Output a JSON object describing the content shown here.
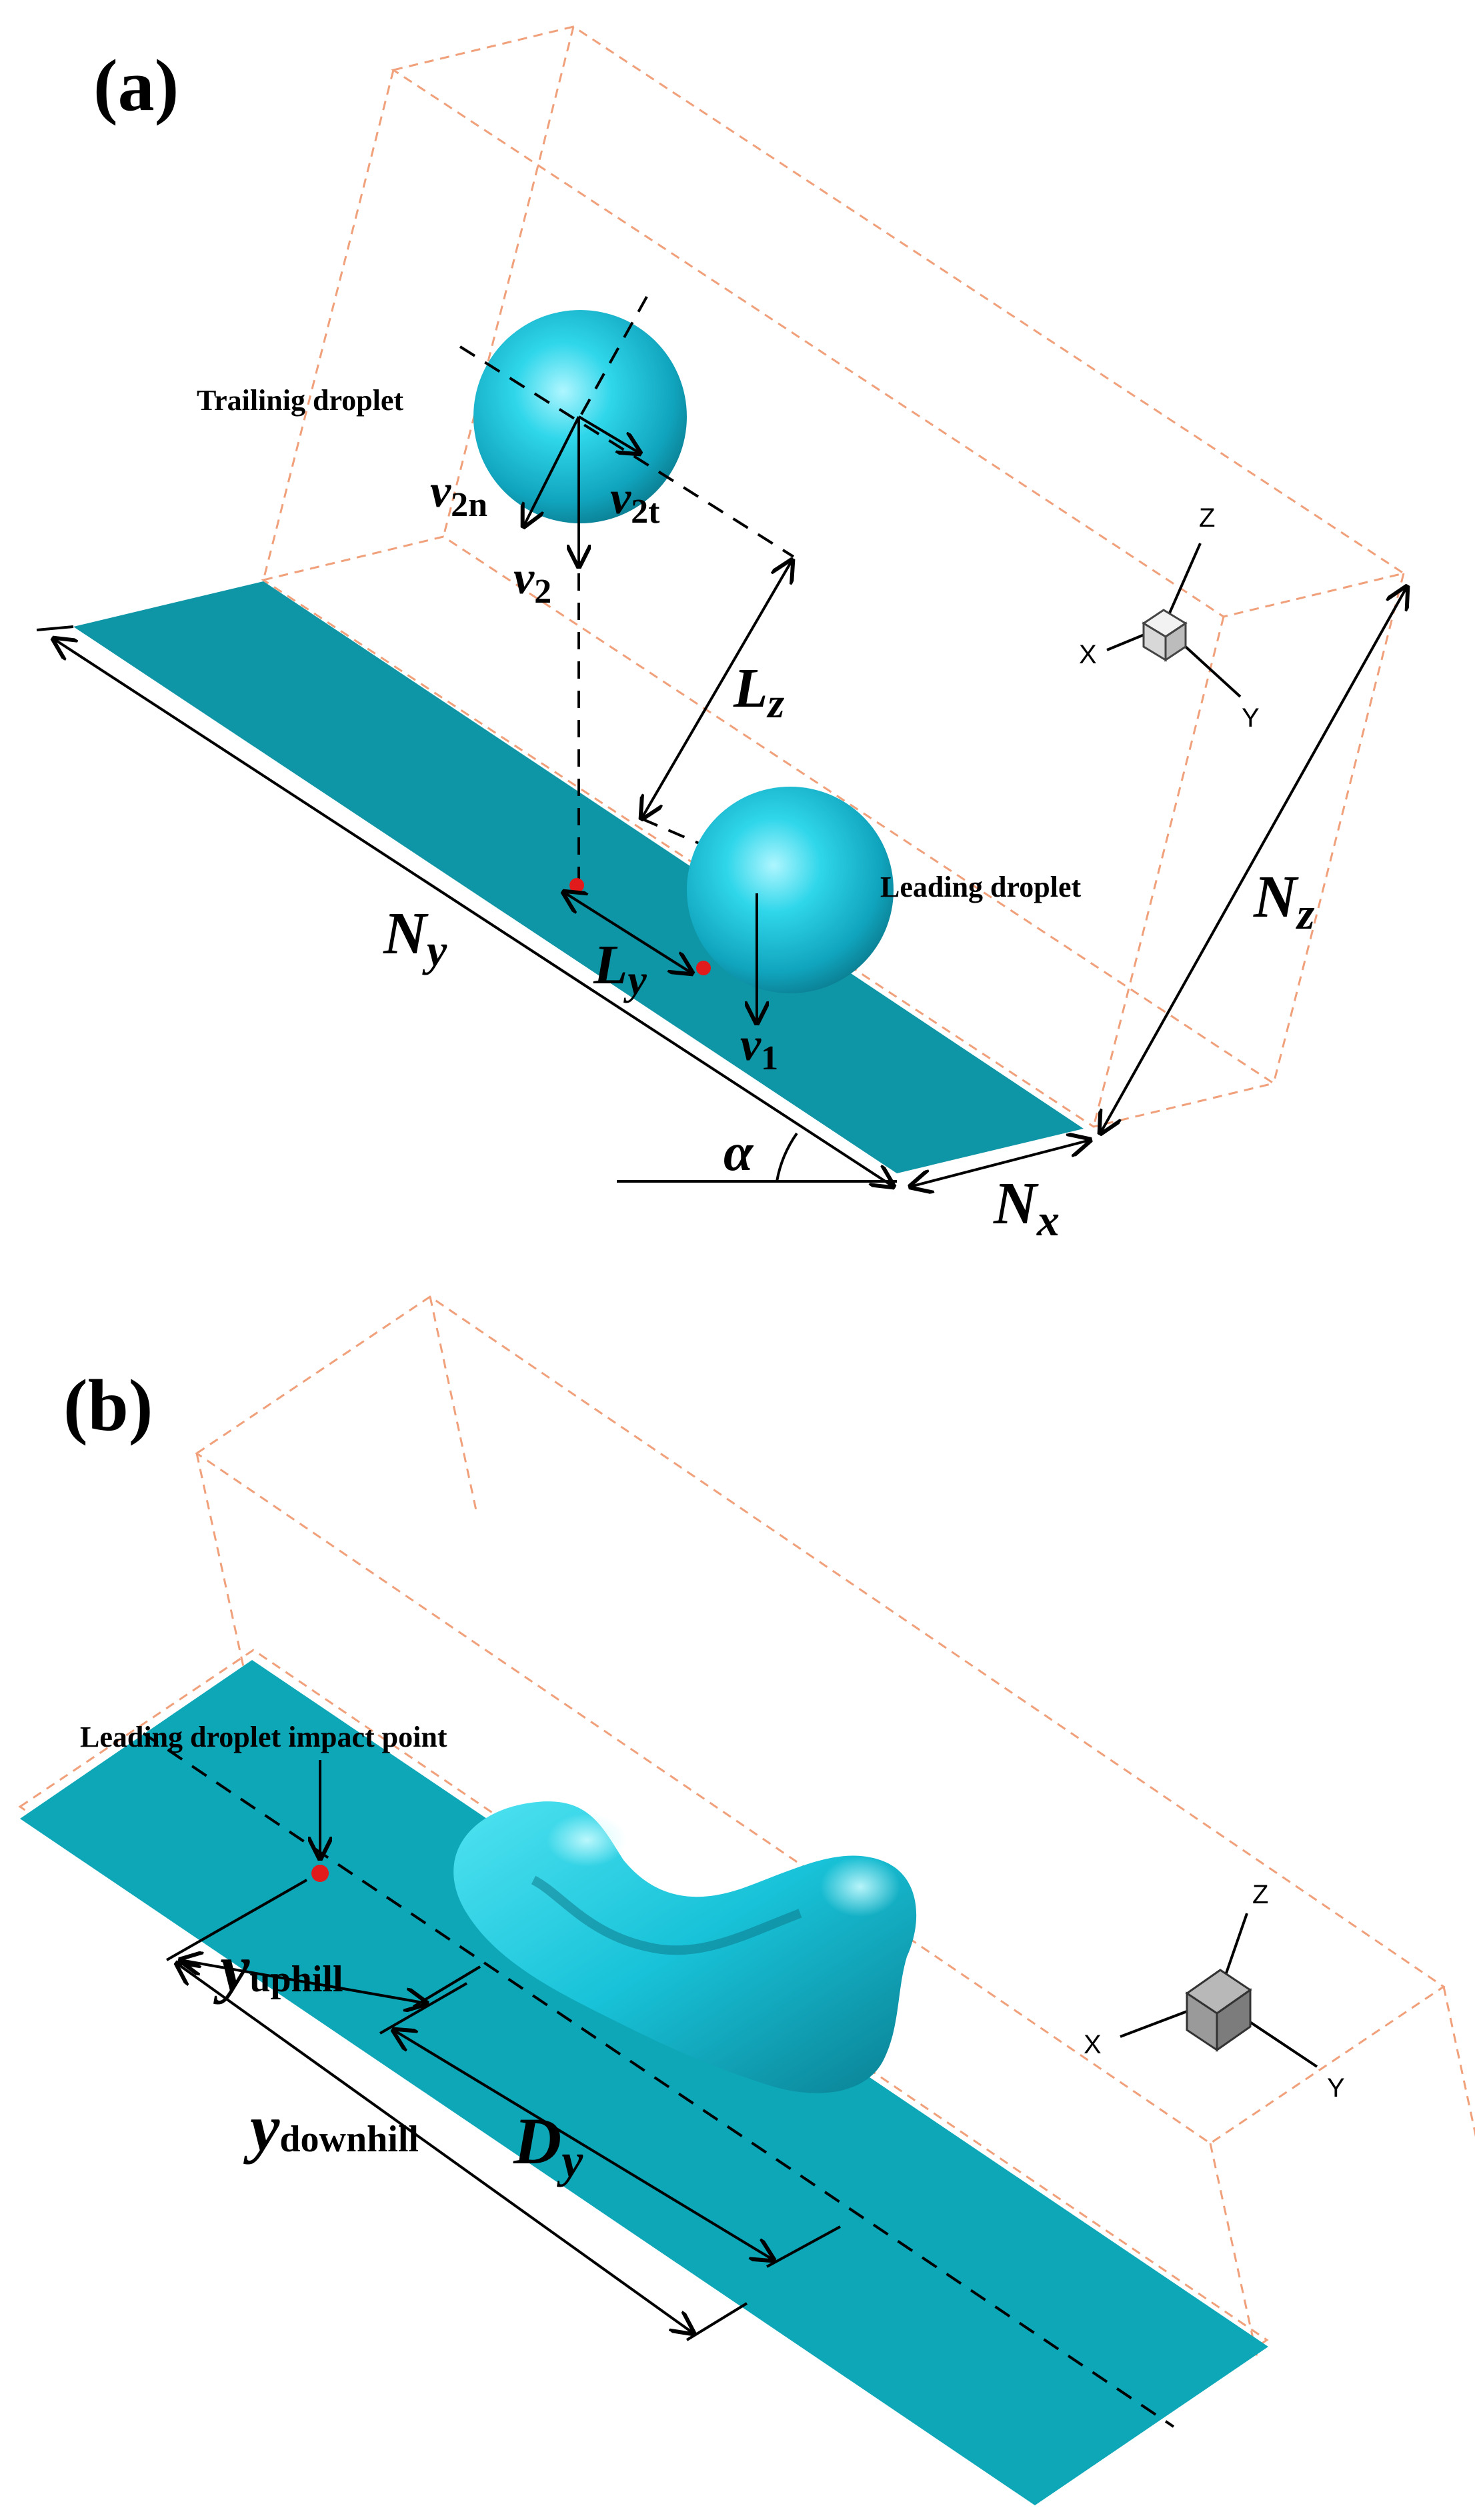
{
  "panel_a": {
    "label": "(a)",
    "trailing_label": "Trailinig droplet",
    "leading_label": "Leading droplet",
    "v2n": {
      "base": "v",
      "sub": "2n"
    },
    "v2t": {
      "base": "v",
      "sub": "2t"
    },
    "v2": {
      "base": "v",
      "sub": "2"
    },
    "v1": {
      "base": "v",
      "sub": "1"
    },
    "Lz": {
      "base": "L",
      "sub": "z"
    },
    "Ly": {
      "base": "L",
      "sub": "y"
    },
    "Ny": {
      "base": "N",
      "sub": "y"
    },
    "Nz": {
      "base": "N",
      "sub": "z"
    },
    "Nx": {
      "base": "N",
      "sub": "x"
    },
    "alpha": "α",
    "axes": {
      "x": "X",
      "y": "Y",
      "z": "Z"
    }
  },
  "panel_b": {
    "label": "(b)",
    "impact_label": "Leading droplet impact point",
    "yuphill": {
      "base": "y",
      "sub": "uphill"
    },
    "ydownhill": {
      "base": "y",
      "sub": "downhill"
    },
    "Dy": {
      "base": "D",
      "sub": "y"
    },
    "axes": {
      "x": "X",
      "y": "Y",
      "z": "Z"
    }
  },
  "colors": {
    "plate_a": "#0f96a6",
    "plate_b": "#0da7b8",
    "droplet": "#1ec8dd",
    "domain_box": "#f0a07a",
    "impact_point": "#e11b1b"
  }
}
